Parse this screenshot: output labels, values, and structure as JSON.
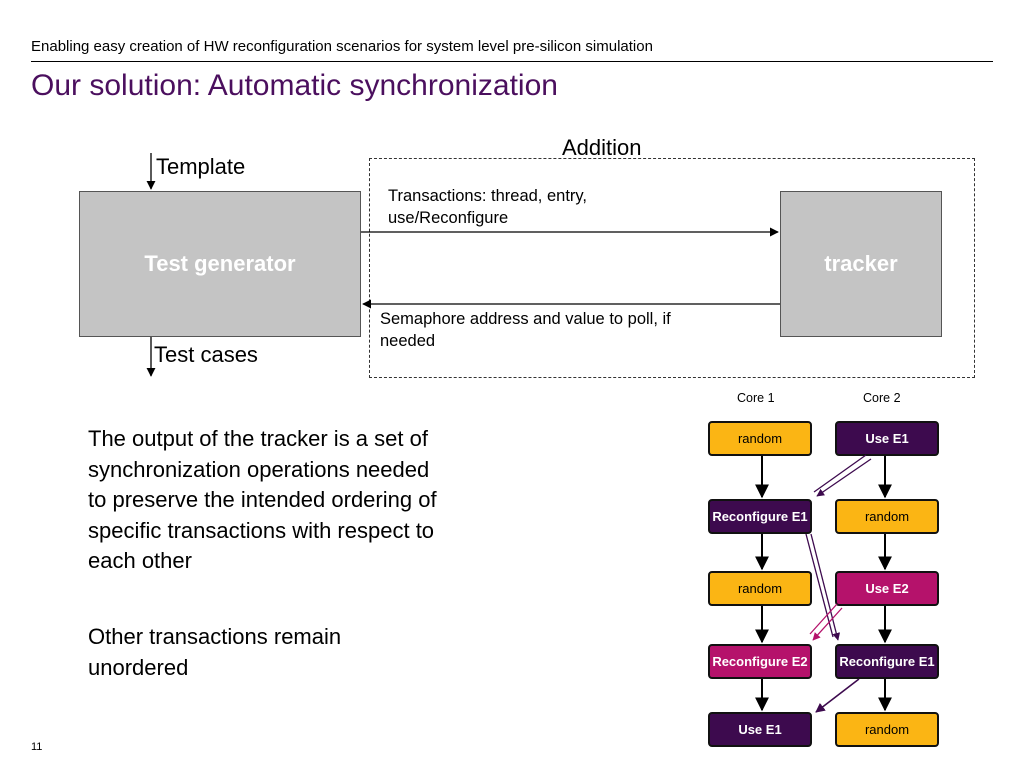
{
  "header": {
    "subtitle": "Enabling easy creation of HW reconfiguration scenarios for system level pre-silicon simulation",
    "title": "Our solution: Automatic synchronization"
  },
  "flow": {
    "template_label": "Template",
    "test_cases_label": "Test cases",
    "addition_label": "Addition",
    "test_generator": "Test generator",
    "tracker": "tracker",
    "transactions_label": "Transactions: thread, entry, use/Reconfigure",
    "semaphore_label": "Semaphore address and value to poll, if needed"
  },
  "body": {
    "paragraph1": "The output of the tracker is a set of synchronization operations needed to preserve the intended ordering of specific transactions with respect to each other",
    "paragraph2": "Other transactions remain unordered"
  },
  "sync_diagram": {
    "core1_label": "Core 1",
    "core2_label": "Core 2",
    "core1_nodes": [
      "random",
      "Reconfigure E1",
      "random",
      "Reconfigure E2",
      "Use E1"
    ],
    "core2_nodes": [
      "Use E1",
      "random",
      "Use E2",
      "Reconfigure E1",
      "random"
    ]
  },
  "colors": {
    "title_purple": "#4b0f5e",
    "node_yellow": "#fbb514",
    "node_dark_purple": "#3d0a4e",
    "node_magenta": "#b5126b",
    "box_gray": "#c4c4c4"
  },
  "page_number": "11"
}
